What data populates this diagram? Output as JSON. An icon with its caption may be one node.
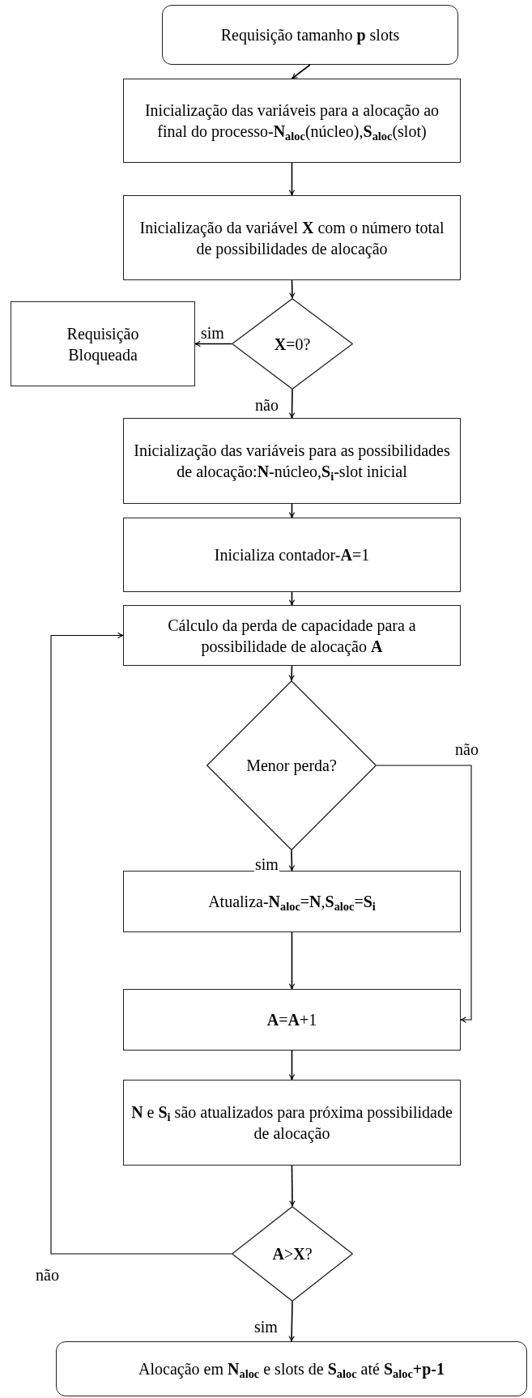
{
  "diagram": {
    "nodes": [
      {
        "text": [
          "Requisição tamanho **p** slots"
        ]
      },
      {
        "text": [
          "Inicialização das variáveis para a alocação ao final do processo-**N**$_{aloc}$(núcleo),**S**$_{aloc}$(slot)"
        ]
      },
      {
        "text": [
          "Inicialização da variável **X** com o número total de possibilidades de alocação"
        ]
      },
      {
        "text": [
          "Requisição Bloqueada"
        ]
      },
      {
        "text": [
          "**X**=0?"
        ]
      },
      {
        "text": [
          "Inicialização das variáveis para as possibilidades de alocação:**N**-núcleo,**S**$_{i}$-slot inicial"
        ]
      },
      {
        "text": [
          "Inicializa contador-**A**=1"
        ]
      },
      {
        "text": [
          "Cálculo da perda de capacidade para a possibilidade de alocação **A**"
        ]
      },
      {
        "text": [
          "Menor perda?"
        ]
      },
      {
        "text": [
          "Atualiza-**N**$_{aloc}$=**N**,**S**$_{aloc}$=**S**$_{i}$"
        ]
      },
      {
        "text": [
          "**A**=**A**+1"
        ]
      },
      {
        "text": [
          "**N** e **S**$_{i}$ são atualizados para próxima possibilidade de alocação"
        ]
      },
      {
        "text": [
          "**A**>**X**?"
        ]
      },
      {
        "text": [
          "Alocação em **N**$_{aloc}$ e slots de **S**$_{aloc}$ até **S**$_{aloc}$**+p-1**"
        ]
      }
    ],
    "edges": [
      {
        "from": 0,
        "to": 1,
        "arrow": "to"
      },
      {
        "from": 1,
        "to": 2,
        "arrow": "to"
      },
      {
        "from": 2,
        "to": 4,
        "arrow": "to"
      },
      {
        "from": 4,
        "to": 3,
        "arrow": "to",
        "label": "sim"
      },
      {
        "from": 4,
        "to": 5,
        "arrow": "to",
        "label": "não"
      },
      {
        "from": 5,
        "to": 6,
        "arrow": "to"
      },
      {
        "from": 6,
        "to": 7,
        "arrow": "to"
      },
      {
        "from": 7,
        "to": 8,
        "arrow": "to"
      },
      {
        "from": 8,
        "to": 9,
        "arrow": "to",
        "label": "sim"
      },
      {
        "from": 8,
        "to": 10,
        "arrow": "to",
        "label": "não"
      },
      {
        "from": 9,
        "to": 10,
        "arrow": "to"
      },
      {
        "from": 10,
        "to": 11,
        "arrow": "to"
      },
      {
        "from": 11,
        "to": 12,
        "arrow": "to"
      },
      {
        "from": 12,
        "to": 7,
        "arrow": "to",
        "label": "não"
      },
      {
        "from": 12,
        "to": 13,
        "arrow": "to",
        "label": "sim"
      }
    ]
  }
}
